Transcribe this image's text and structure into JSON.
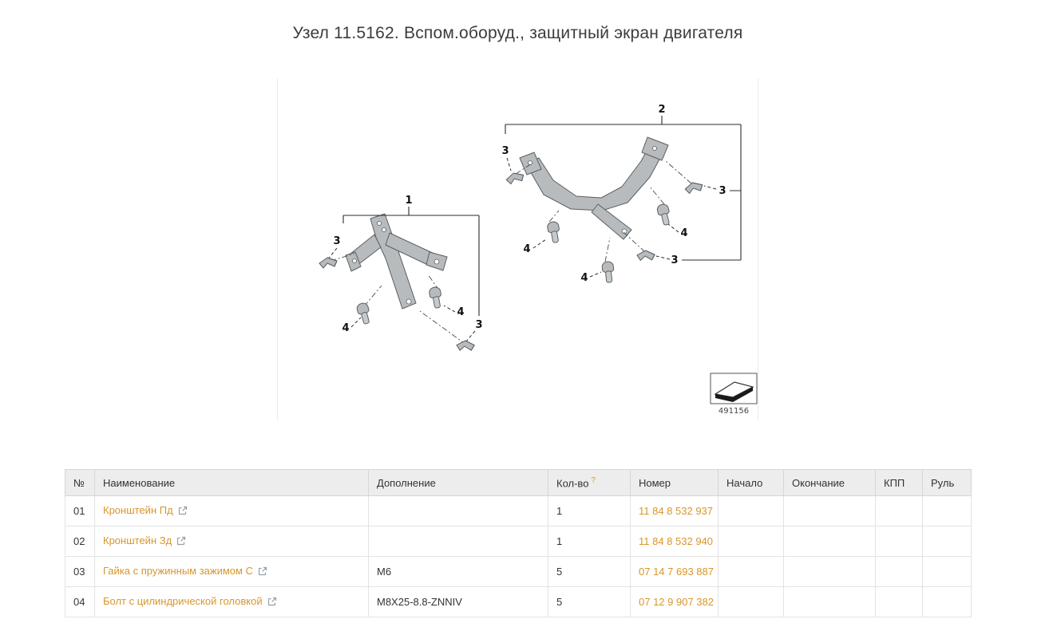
{
  "page": {
    "title": "Узел 11.5162. Вспом.оборуд., защитный экран двигателя"
  },
  "colors": {
    "accent": "#d8962a",
    "header_bg": "#ededed",
    "text": "#333333"
  },
  "diagram": {
    "image_number": "491156",
    "callouts": {
      "c1": "1",
      "c2": "2",
      "c3": "3",
      "c4": "4"
    }
  },
  "table": {
    "qty_help": "?",
    "headers": [
      "№",
      "Наименование",
      "Дополнение",
      "Кол-во",
      "Номер",
      "Начало",
      "Окончание",
      "КПП",
      "Руль"
    ],
    "rows": [
      {
        "num": "01",
        "name": "Кронштейн Пд",
        "addition": "",
        "qty": "1",
        "number": "11 84 8 532 937",
        "start": "",
        "end": "",
        "gearbox": "",
        "steering": ""
      },
      {
        "num": "02",
        "name": "Кронштейн Зд",
        "addition": "",
        "qty": "1",
        "number": "11 84 8 532 940",
        "start": "",
        "end": "",
        "gearbox": "",
        "steering": ""
      },
      {
        "num": "03",
        "name": "Гайка с пружинным зажимом С",
        "addition": "M6",
        "qty": "5",
        "number": "07 14 7 693 887",
        "start": "",
        "end": "",
        "gearbox": "",
        "steering": ""
      },
      {
        "num": "04",
        "name": "Болт с цилиндрической головкой",
        "addition": "M8X25-8.8-ZNNIV",
        "qty": "5",
        "number": "07 12 9 907 382",
        "start": "",
        "end": "",
        "gearbox": "",
        "steering": ""
      }
    ]
  }
}
